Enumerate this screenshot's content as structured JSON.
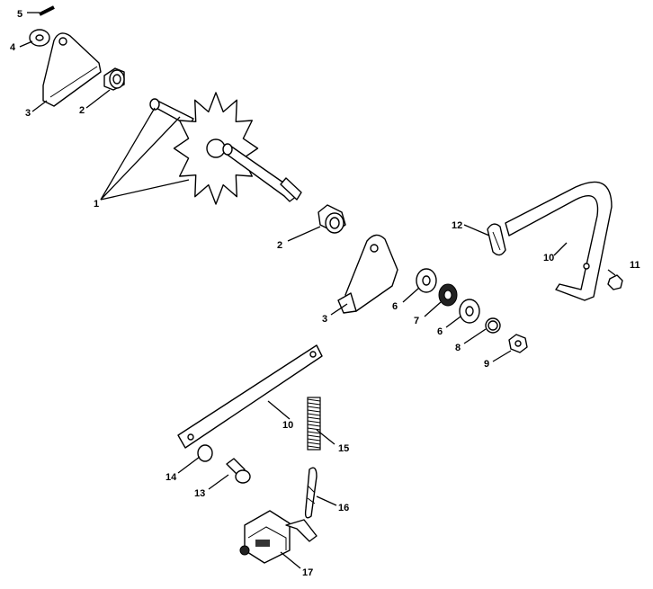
{
  "callouts": [
    {
      "id": "c5",
      "text": "5"
    },
    {
      "id": "c4",
      "text": "4"
    },
    {
      "id": "c3a",
      "text": "3"
    },
    {
      "id": "c2a",
      "text": "2"
    },
    {
      "id": "c1",
      "text": "1"
    },
    {
      "id": "c2b",
      "text": "2"
    },
    {
      "id": "c12",
      "text": "12"
    },
    {
      "id": "c10a",
      "text": "10"
    },
    {
      "id": "c11",
      "text": "11"
    },
    {
      "id": "c3b",
      "text": "3"
    },
    {
      "id": "c6a",
      "text": "6"
    },
    {
      "id": "c7",
      "text": "7"
    },
    {
      "id": "c6b",
      "text": "6"
    },
    {
      "id": "c8",
      "text": "8"
    },
    {
      "id": "c9",
      "text": "9"
    },
    {
      "id": "c10b",
      "text": "10"
    },
    {
      "id": "c15",
      "text": "15"
    },
    {
      "id": "c14",
      "text": "14"
    },
    {
      "id": "c13",
      "text": "13"
    },
    {
      "id": "c16",
      "text": "16"
    },
    {
      "id": "c17",
      "text": "17"
    }
  ]
}
